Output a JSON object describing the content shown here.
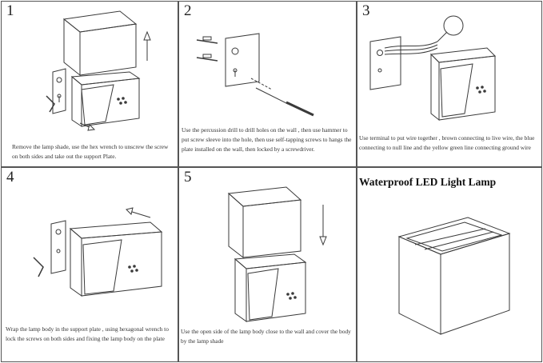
{
  "title": "Waterproof LED Light Lamp",
  "steps": [
    {
      "number": "1",
      "text": "Remove the lamp shade, use the hex wrench to unscrew the screw on both sides and take out the support Plate."
    },
    {
      "number": "2",
      "text": "Use the percussion drill to drill holes on the wall , then use hammer to put screw sleeve into the hole, then use self-tapping screws to hangs the plate installed on the wall, then locked by a screwdriver."
    },
    {
      "number": "3",
      "text": "Use terminal to put wire together , brown connecting to live wire, the blue connecting to null line and the yellow green line connecting ground wire"
    },
    {
      "number": "4",
      "text": "Wrap the lamp body in the support plate , using hexagonal wrench to lock the screws on both sides and fixing the lamp body on the plate"
    },
    {
      "number": "5",
      "text": "Use the open side of the lamp body close to the wall and cover the body by the lamp shade"
    }
  ],
  "colors": {
    "line": "#3a3a3a",
    "frame": "#555555",
    "background": "#ffffff"
  }
}
